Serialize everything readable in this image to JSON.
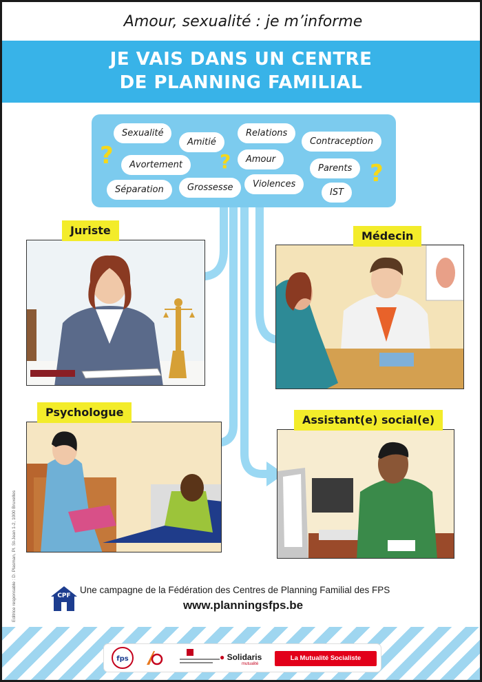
{
  "header": {
    "title": "Amour, sexualité : je m’informe",
    "banner_line1": "JE VAIS DANS UN CENTRE",
    "banner_line2": "DE PLANNING FAMILIAL"
  },
  "topics": [
    "Sexualité",
    "Amitié",
    "Relations",
    "Contraception",
    "Avortement",
    "Amour",
    "Parents",
    "Séparation",
    "Grossesse",
    "Violences",
    "IST"
  ],
  "question_mark": "?",
  "professionals": {
    "juriste": "Juriste",
    "medecin": "Médecin",
    "psychologue": "Psychologue",
    "assistant": "Assistant(e) social(e)"
  },
  "footer": {
    "campaign": "Une campagne de la Fédération des Centres de Planning Familial des FPS",
    "url": "www.planningsfps.be",
    "cpf_logo": "CPF",
    "editor": "Editrice responsable : D. Plasman, Pl. St-Jean 1-2, 1000 Bruxelles"
  },
  "logos": {
    "fps": "fps",
    "solidaris": "Solidaris",
    "solidaris_sub": "mutualité",
    "mutualite": "La Mutualité Socialiste"
  },
  "colors": {
    "banner": "#38b3e8",
    "topic_box": "#7ccbee",
    "arrow": "#9ad8f3",
    "label": "#f3ec2a",
    "question_mark": "#f5d81a",
    "mutualite_red": "#e2001a"
  }
}
